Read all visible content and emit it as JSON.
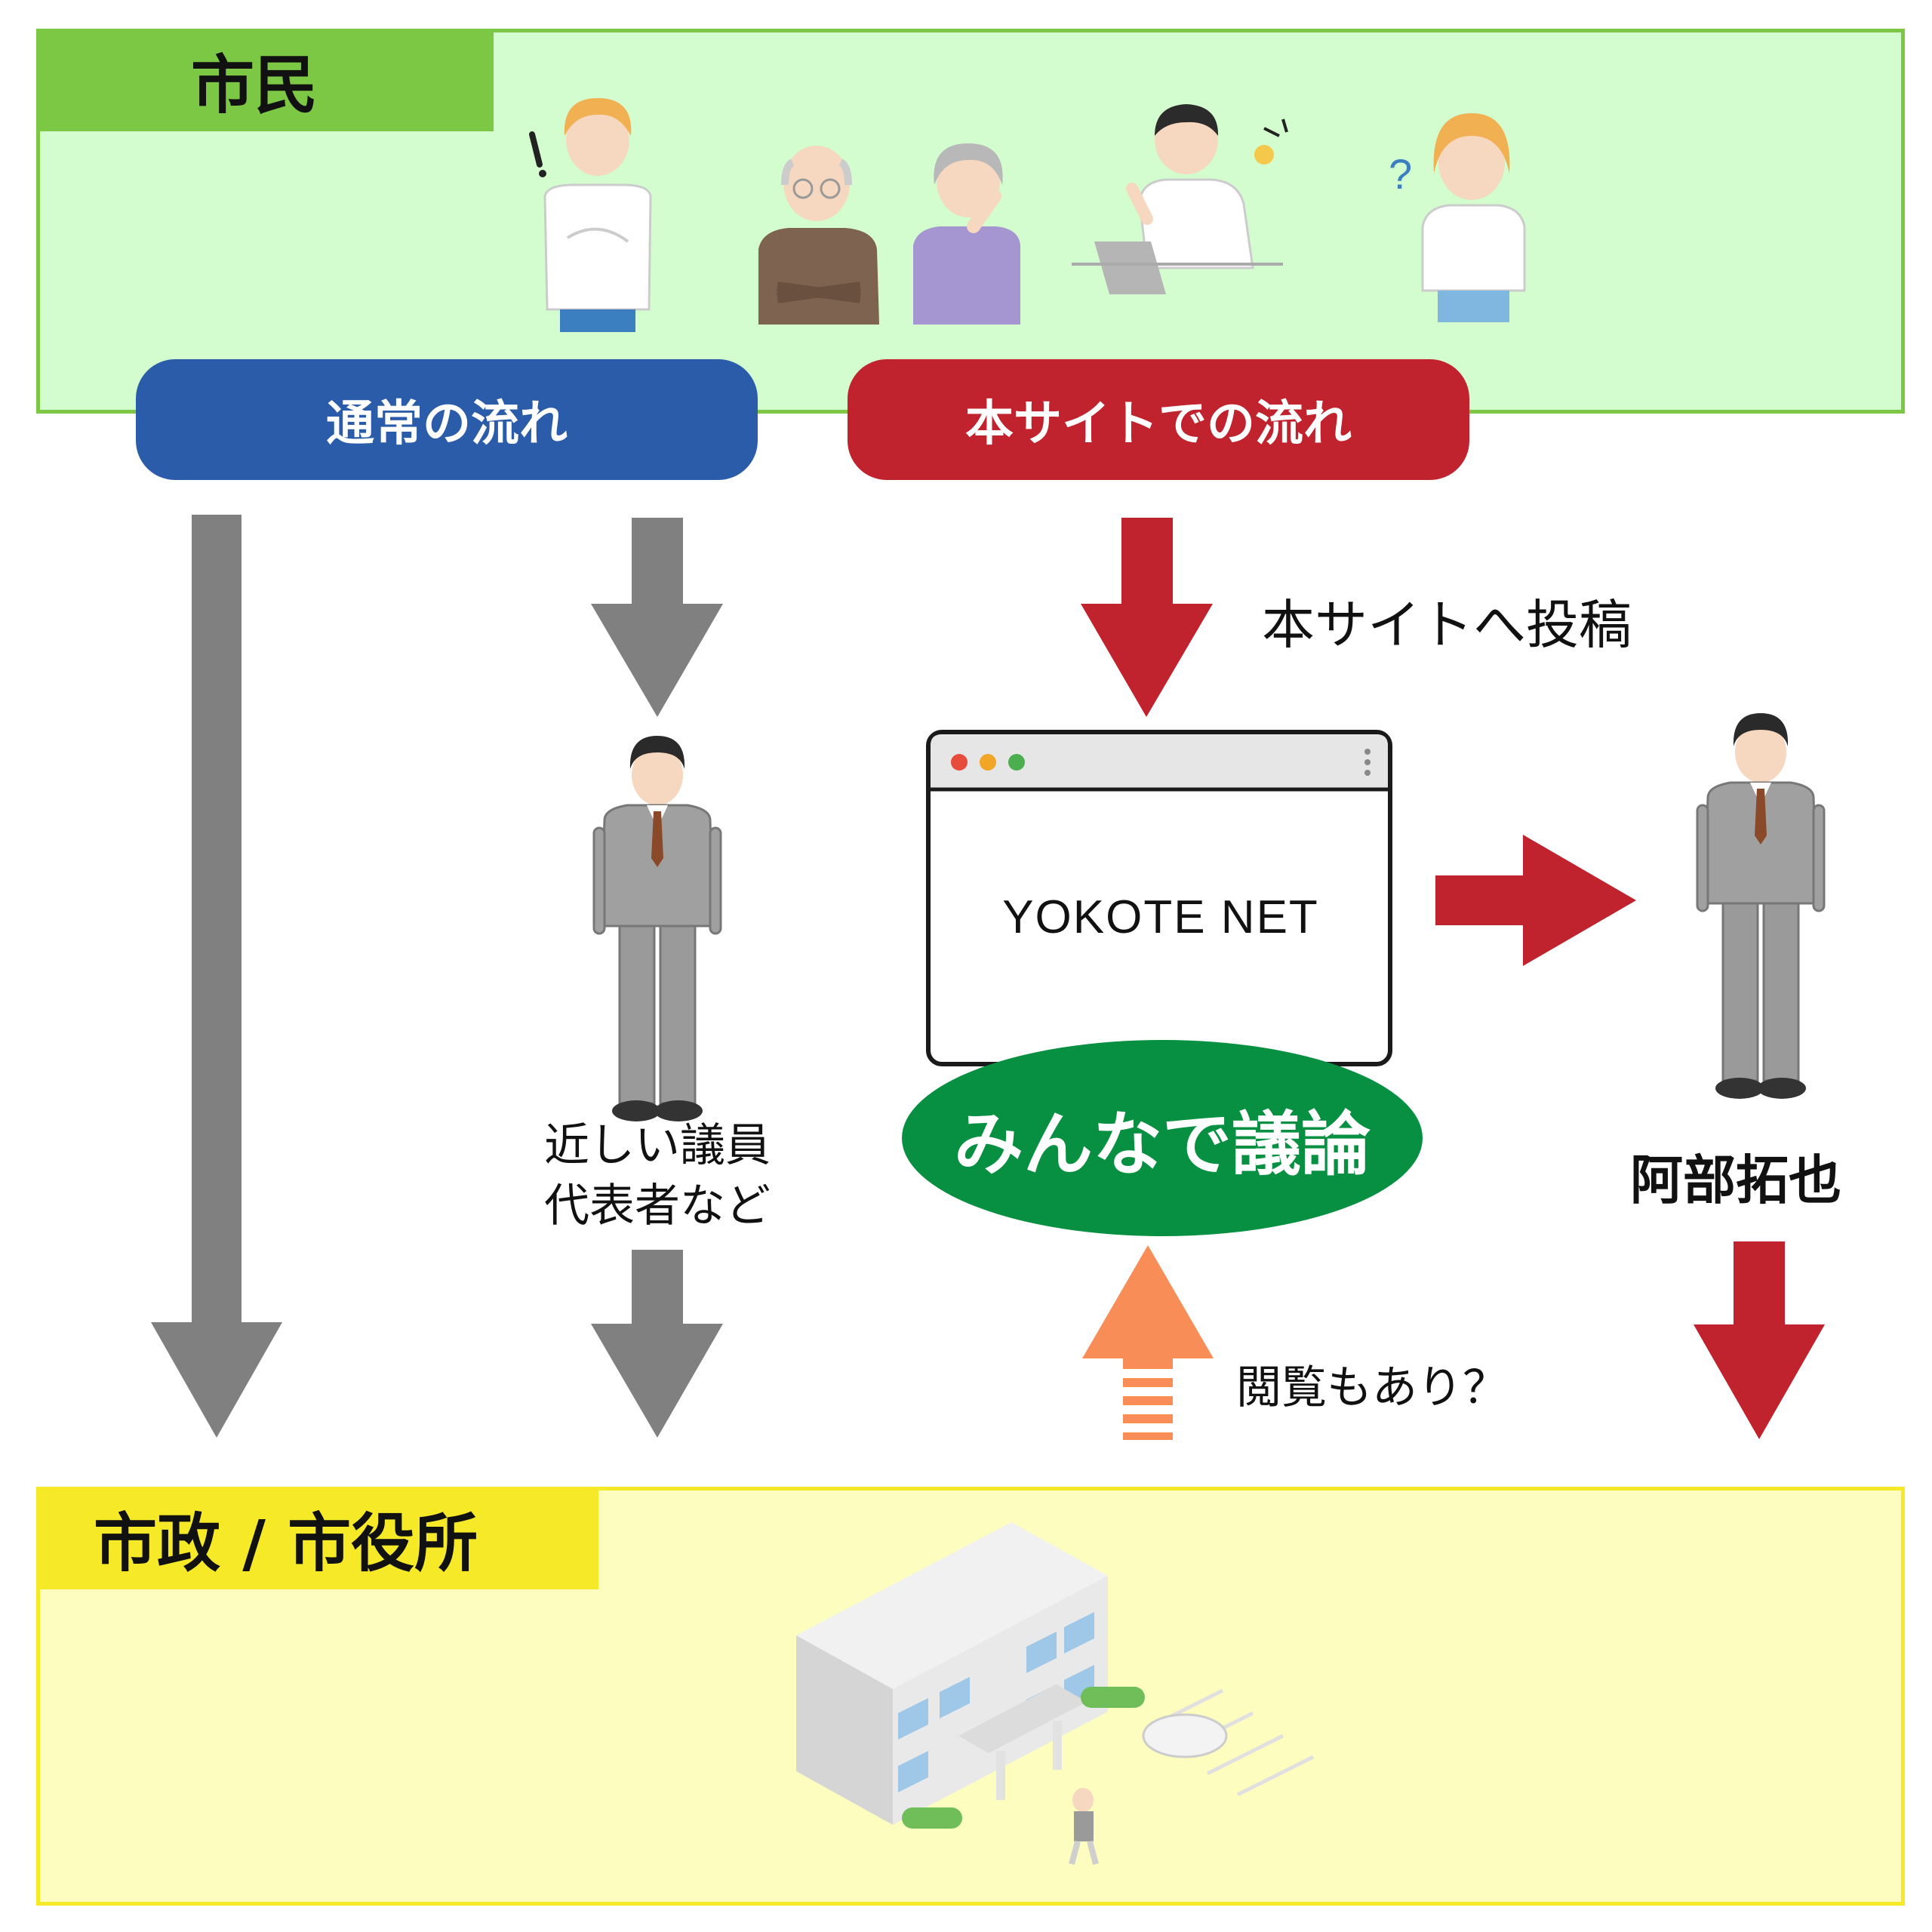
{
  "colors": {
    "citizen_panel_bg": "#d3fdce",
    "citizen_panel_border": "#7cc844",
    "city_panel_bg": "#fdfdc0",
    "city_panel_border": "#f6ea28",
    "normal_flow": "#2b5ca9",
    "site_flow": "#c0232e",
    "gray_arrow": "#808080",
    "discussion": "#079041",
    "view_arrow": "#f98d57"
  },
  "citizens": {
    "title": "市民",
    "people_icons": [
      "surprised-man-icon",
      "elderly-man-icon",
      "elderly-woman-icon",
      "laptop-man-icon",
      "confused-woman-icon"
    ]
  },
  "flows": {
    "normal_label": "通常の流れ",
    "site_label": "本サイトでの流れ"
  },
  "labels": {
    "post_to_site": "本サイトへ投稿",
    "intermediary_line1": "近しい議員",
    "intermediary_line2": "代表者など",
    "site_name": "YOKOTE NET",
    "discussion": "みんなで議論",
    "representative": "阿部拓也",
    "view_question": "閲覧もあり？"
  },
  "city": {
    "title": "市政 / 市役所",
    "building_icon": "city-hall-building-icon"
  }
}
